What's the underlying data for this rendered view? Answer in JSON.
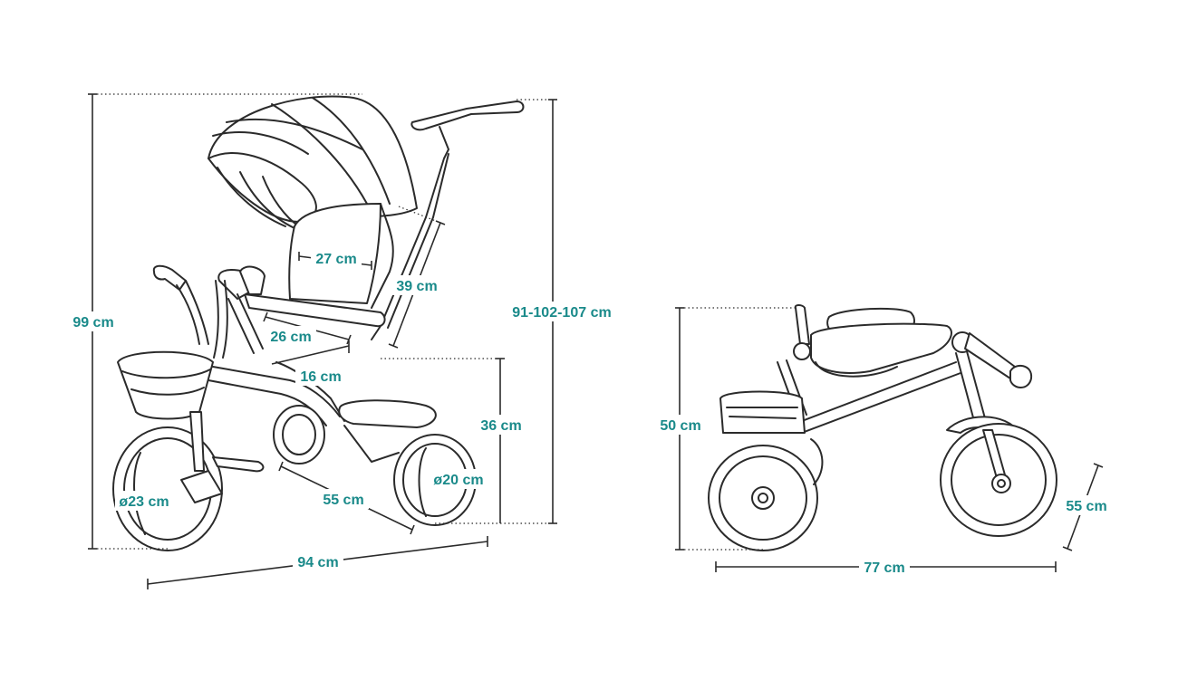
{
  "labels": {
    "height_total": "99 cm",
    "handle_height": "91-102-107 cm",
    "backrest_width": "27 cm",
    "backrest_height": "39 cm",
    "seat_depth": "26 cm",
    "seat_width": "16 cm",
    "seat_height": "36 cm",
    "rear_wheel": "ø20 cm",
    "front_wheel": "ø23 cm",
    "wheelbase": "55 cm",
    "length_total": "94 cm",
    "folded_height": "50 cm",
    "folded_length": "77 cm",
    "folded_width": "55 cm"
  }
}
